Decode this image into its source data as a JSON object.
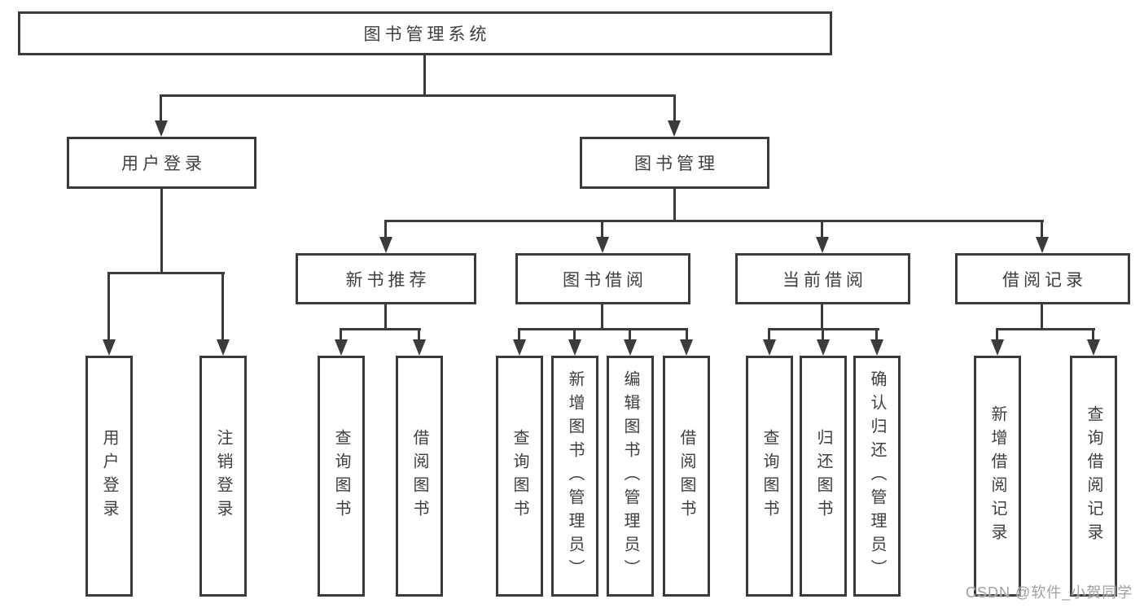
{
  "diagram": {
    "title": "图书管理系统",
    "type": "hierarchy-tree",
    "colors": {
      "line": "#3b3b3b",
      "text": "#3f3f3f",
      "background": "#ffffff",
      "watermark": "#a0a0a0"
    },
    "tree": {
      "label": "图书管理系统",
      "children": [
        {
          "label": "用户登录",
          "children": [
            {
              "label": "用户登录"
            },
            {
              "label": "注销登录"
            }
          ]
        },
        {
          "label": "图书管理",
          "children": [
            {
              "label": "新书推荐",
              "children": [
                {
                  "label": "查询图书"
                },
                {
                  "label": "借阅图书"
                }
              ]
            },
            {
              "label": "图书借阅",
              "children": [
                {
                  "label": "查询图书"
                },
                {
                  "label": "新增图书（管理员）"
                },
                {
                  "label": "编辑图书（管理员）"
                },
                {
                  "label": "借阅图书"
                }
              ]
            },
            {
              "label": "当前借阅",
              "children": [
                {
                  "label": "查询图书"
                },
                {
                  "label": "归还图书"
                },
                {
                  "label": "确认归还（管理员）"
                }
              ]
            },
            {
              "label": "借阅记录",
              "children": [
                {
                  "label": "新增借阅记录"
                },
                {
                  "label": "查询借阅记录"
                }
              ]
            }
          ]
        }
      ]
    },
    "watermark": "CSDN @软件_小贺同学"
  }
}
